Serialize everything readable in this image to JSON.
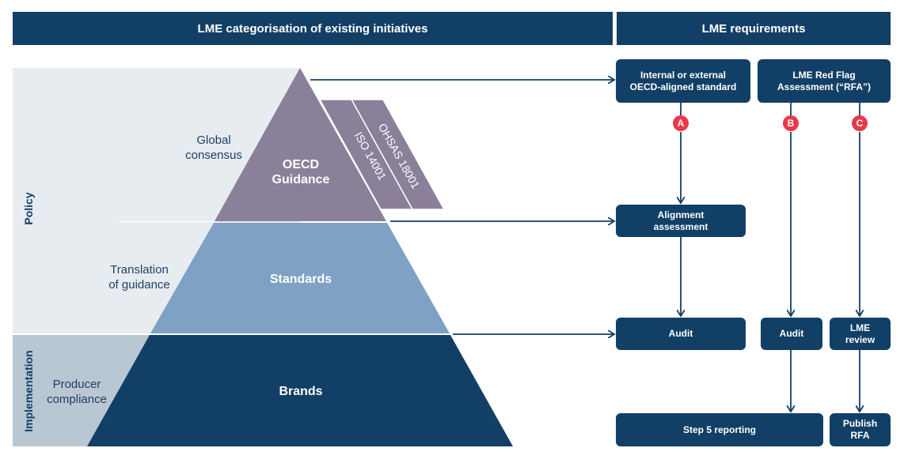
{
  "headers": {
    "left": "LME categorisation of existing initiatives",
    "right": "LME requirements"
  },
  "bands": {
    "policy": "Policy",
    "implementation": "Implementation"
  },
  "levels": {
    "global_consensus": "Global\nconsensus",
    "translation": "Translation\nof guidance",
    "producer_compliance": "Producer\ncompliance"
  },
  "pyramid": {
    "top": "OECD\nGuidance",
    "middle": "Standards",
    "bottom": "Brands"
  },
  "iso_tabs": {
    "iso14001": "ISO 14001",
    "ohsas18001": "OHSAS 18001"
  },
  "requirements": {
    "internal_standard": "Internal or external\nOECD-aligned standard",
    "red_flag": "LME Red Flag\nAssessment (“RFA”)",
    "alignment": "Alignment\nassessment",
    "audit_a": "Audit",
    "audit_b": "Audit",
    "lme_review": "LME\nreview",
    "step5": "Step 5 reporting",
    "publish": "Publish\nRFA"
  },
  "badges": {
    "a": "A",
    "b": "B",
    "c": "C"
  },
  "colors": {
    "navy": "#123f66",
    "policy_band": "#e7ecf1",
    "implementation_band": "#b9c7d3",
    "oecd": "#8b8099",
    "standards": "#7ea1c4",
    "brands": "#123f66",
    "badge": "#e8394a"
  }
}
